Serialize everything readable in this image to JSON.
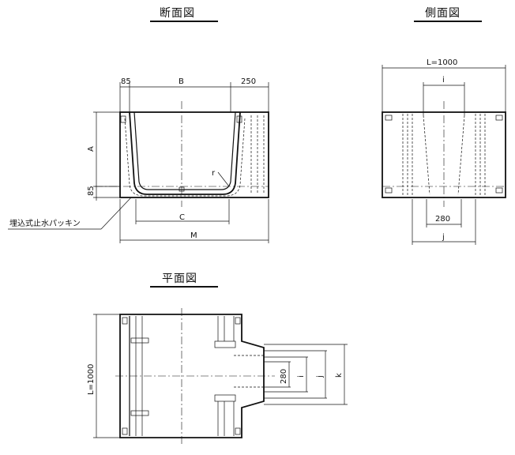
{
  "titles": {
    "section": "断面図",
    "side": "側面図",
    "plan": "平面図"
  },
  "section_view": {
    "dim_85_top": "85",
    "dim_B": "B",
    "dim_250": "250",
    "dim_A": "A",
    "dim_85_side": "85",
    "dim_C": "C",
    "dim_M": "M",
    "radius": "r",
    "callout": "埋込式止水パッキン"
  },
  "side_view": {
    "dim_L": "L=1000",
    "dim_i": "i",
    "dim_280": "280",
    "dim_j": "j"
  },
  "plan_view": {
    "dim_L": "L=1000",
    "dim_280": "280",
    "dim_i": "i",
    "dim_j": "j",
    "dim_k": "k"
  }
}
